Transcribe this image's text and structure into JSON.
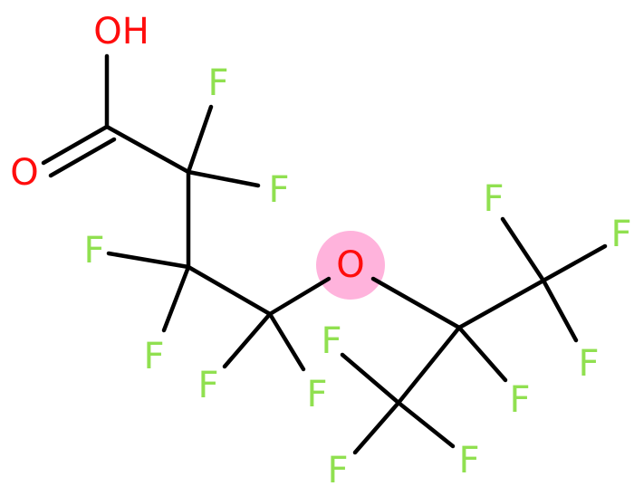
{
  "molecule": {
    "colors": {
      "bond": "#000000",
      "oxygen": "#ff0d0d",
      "fluorine": "#90e050",
      "highlight": "#ffb3dc"
    },
    "atoms": [
      {
        "id": "hydroxyl",
        "label": "OH",
        "element": "O"
      },
      {
        "id": "carbonyl-o",
        "label": "O",
        "element": "O"
      },
      {
        "id": "ether-o",
        "label": "O",
        "element": "O",
        "highlight": true
      },
      {
        "id": "f1",
        "label": "F",
        "element": "F"
      },
      {
        "id": "f2",
        "label": "F",
        "element": "F"
      },
      {
        "id": "f3",
        "label": "F",
        "element": "F"
      },
      {
        "id": "f4",
        "label": "F",
        "element": "F"
      },
      {
        "id": "f5",
        "label": "F",
        "element": "F"
      },
      {
        "id": "f6",
        "label": "F",
        "element": "F"
      },
      {
        "id": "f7",
        "label": "F",
        "element": "F"
      },
      {
        "id": "f8",
        "label": "F",
        "element": "F"
      },
      {
        "id": "f9",
        "label": "F",
        "element": "F"
      },
      {
        "id": "f10",
        "label": "F",
        "element": "F"
      },
      {
        "id": "f11",
        "label": "F",
        "element": "F"
      },
      {
        "id": "f12",
        "label": "F",
        "element": "F"
      },
      {
        "id": "f13",
        "label": "F",
        "element": "F"
      }
    ]
  }
}
